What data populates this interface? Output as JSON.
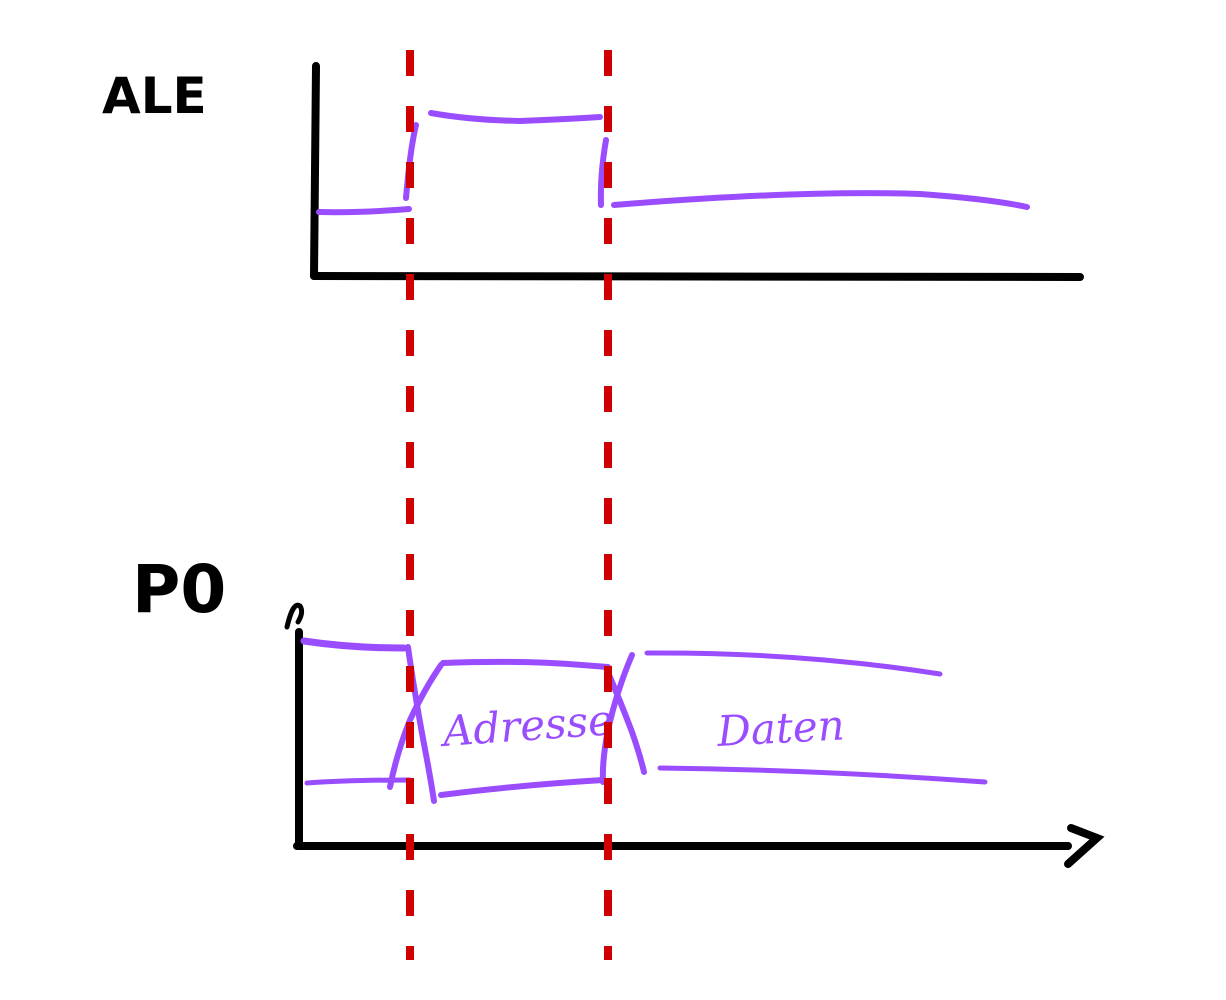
{
  "colors": {
    "axis": "#000000",
    "signal": "#9a4dff",
    "marker": "#d00000",
    "background": "#ffffff"
  },
  "signals": {
    "ale": {
      "label": "ALE"
    },
    "p0": {
      "label": "P0",
      "address_label": "Adresse",
      "data_label": "Daten"
    }
  }
}
